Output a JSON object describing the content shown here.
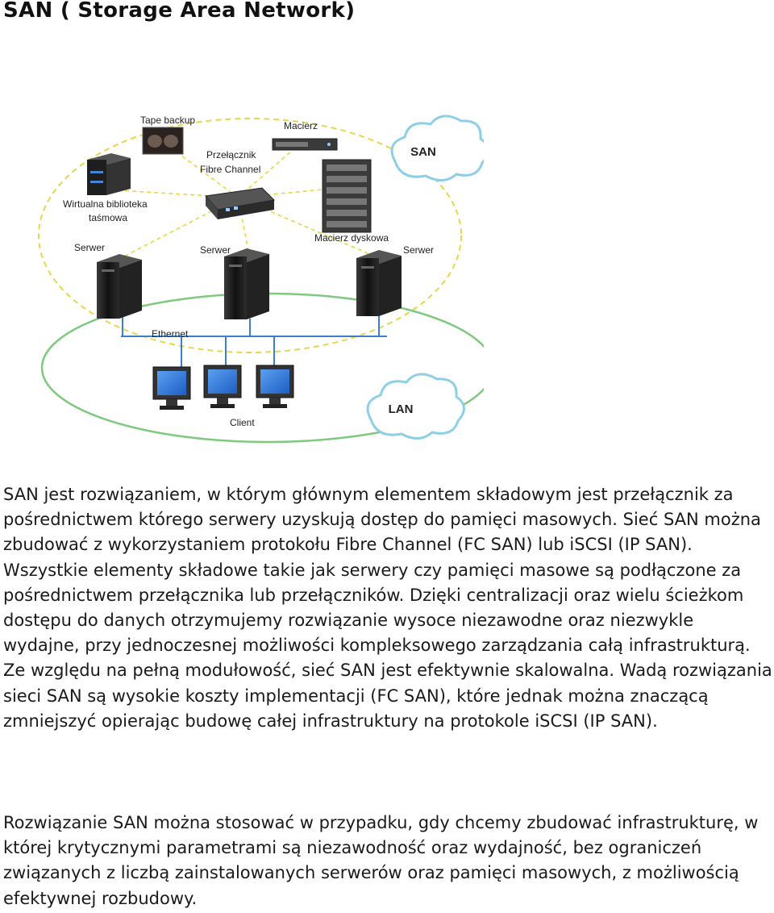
{
  "title": "SAN ( Storage Area Network)",
  "diagram": {
    "labels": {
      "tape_backup": "Tape backup",
      "macierz": "Macierz",
      "switch_line1": "Przełącznik",
      "switch_line2": "Fibre Channel",
      "virtual_lib_line1": "Wirtualna biblioteka",
      "virtual_lib_line2": "taśmowa",
      "disk_array": "Macierz dyskowa",
      "server_1": "Serwer",
      "server_2": "Serwer",
      "server_3": "Serwer",
      "ethernet": "Ethernet",
      "client": "Client",
      "san_cloud": "SAN",
      "lan_cloud": "LAN"
    },
    "colors": {
      "san_ellipse": "#e8d64a",
      "lan_ellipse": "#7fc97f",
      "cloud_stroke": "#8ecfe8",
      "link_line": "#3a7fd0",
      "server_body": "#1b1b1b",
      "monitor_screen": "#2a6fd6"
    }
  },
  "paragraphs": [
    "SAN jest rozwiązaniem, w którym głównym elementem składowym jest przełącznik za pośrednictwem którego serwery uzyskują dostęp do pamięci masowych. Sieć SAN można zbudować z wykorzystaniem protokołu Fibre Channel (FC SAN) lub iSCSI (IP SAN). Wszystkie elementy składowe takie jak serwery czy pamięci masowe są podłączone za pośrednictwem przełącznika lub przełączników. Dzięki centralizacji oraz wielu ścieżkom dostępu do danych otrzymujemy rozwiązanie wysoce niezawodne oraz niezwykle wydajne, przy jednoczesnej możliwości kompleksowego zarządzania całą infrastrukturą. Ze względu na pełną modułowość, sieć SAN jest efektywnie skalowalna. Wadą rozwiązania sieci SAN są wysokie koszty implementacji (FC SAN), które jednak można znaczącą zmniejszyć opierając budowę całej infrastruktury na protokole iSCSI (IP SAN).",
    "Rozwiązanie SAN można stosować w przypadku, gdy chcemy zbudować infrastrukturę, w której krytycznymi parametrami są niezawodność oraz wydajność, bez ograniczeń związanych z liczbą zainstalowanych serwerów oraz pamięci masowych, z możliwością efektywnej rozbudowy."
  ]
}
